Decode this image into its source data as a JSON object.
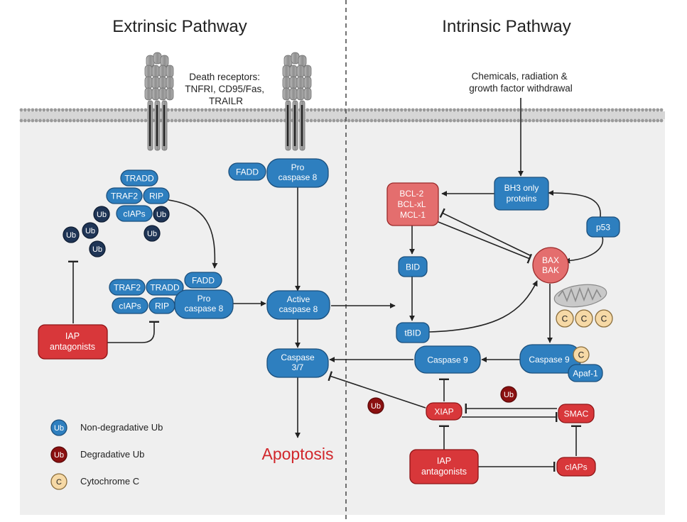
{
  "titles": {
    "extrinsic": "Extrinsic Pathway",
    "intrinsic": "Intrinsic Pathway"
  },
  "receptor_label": [
    "Death receptors:",
    "TNFRI, CD95/Fas,",
    "TRAILR"
  ],
  "stimulus_label": [
    "Chemicals, radiation &",
    "growth factor withdrawal"
  ],
  "nodes": {
    "tradd1": "TRADD",
    "traf2_1": "TRAF2",
    "rip1": "RIP",
    "ciaps1": "cIAPs",
    "fadd_top": "FADD",
    "procasp8_top": [
      "Pro",
      "caspase 8"
    ],
    "traf2_2": "TRAF2",
    "tradd2": "TRADD",
    "fadd2": "FADD",
    "ciaps2": "cIAPs",
    "rip2": "RIP",
    "procasp8_2": [
      "Pro",
      "caspase 8"
    ],
    "active_casp8": [
      "Active",
      "caspase 8"
    ],
    "casp37": [
      "Caspase",
      "3/7"
    ],
    "apoptosis": "Apoptosis",
    "iap_ext": [
      "IAP",
      "antagonists"
    ],
    "bh3": [
      "BH3 only",
      "proteins"
    ],
    "bcl": [
      "BCL-2",
      "BCL-xL",
      "MCL-1"
    ],
    "p53": "p53",
    "baxbak": [
      "BAX",
      "BAK"
    ],
    "bid": "BID",
    "tbid": "tBID",
    "casp9_left": "Caspase 9",
    "casp9_right": "Caspase 9",
    "apaf1": "Apaf-1",
    "xiap": "XIAP",
    "smac": "SMAC",
    "iap_int": [
      "IAP",
      "antagonists"
    ],
    "ciaps_int": "cIAPs"
  },
  "ub_label": "Ub",
  "cyt_label": "C",
  "legend": [
    {
      "symbol": "Ub",
      "text": "Non-degradative Ub",
      "color": "#2e7fbf"
    },
    {
      "symbol": "Ub",
      "text": "Degradative Ub",
      "color": "#8b1010"
    },
    {
      "symbol": "C",
      "text": "Cytochrome C",
      "color": "#f6d9a6"
    }
  ],
  "colors": {
    "blue": "#2e7fbf",
    "blue_stroke": "#1b4f7c",
    "red": "#d8373a",
    "red_stroke": "#8e1416",
    "pink": "#e46e6e",
    "dark_red": "#8b1010",
    "navy": "#1f3556",
    "cyt": "#f6d9a6",
    "cell": "#efefef",
    "apoptosis_text": "#d1262b"
  }
}
